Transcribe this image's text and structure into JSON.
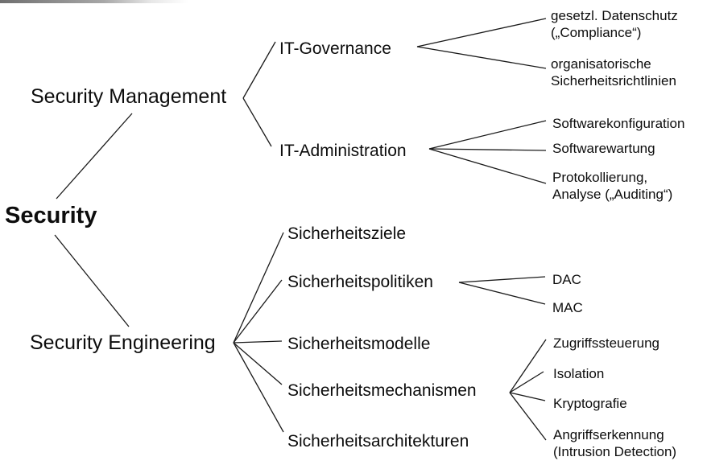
{
  "colors": {
    "background": "#ffffff",
    "text": "#0d0d0d",
    "line": "#1a1a1a"
  },
  "tree": {
    "root": {
      "label": "Security"
    },
    "branches": [
      {
        "label": "Security Management",
        "children": [
          {
            "label": "IT-Governance",
            "children": [
              {
                "label": "gesetzl. Datenschutz\n(„Compliance“)"
              },
              {
                "label": "organisatorische\nSicherheitsrichtlinien"
              }
            ]
          },
          {
            "label": "IT-Administration",
            "children": [
              {
                "label": "Softwarekonfiguration"
              },
              {
                "label": "Softwarewartung"
              },
              {
                "label": "Protokollierung,\nAnalyse („Auditing“)"
              }
            ]
          }
        ]
      },
      {
        "label": "Security Engineering",
        "children": [
          {
            "label": "Sicherheitsziele",
            "children": []
          },
          {
            "label": "Sicherheitspolitiken",
            "children": [
              {
                "label": "DAC"
              },
              {
                "label": "MAC"
              }
            ]
          },
          {
            "label": "Sicherheitsmodelle",
            "children": []
          },
          {
            "label": "Sicherheitsmechanismen",
            "children": [
              {
                "label": "Zugriffssteuerung"
              },
              {
                "label": "Isolation"
              },
              {
                "label": "Kryptografie"
              },
              {
                "label": "Angriffserkennung\n(Intrusion Detection)"
              }
            ]
          },
          {
            "label": "Sicherheitsarchitekturen",
            "children": []
          }
        ]
      }
    ]
  }
}
